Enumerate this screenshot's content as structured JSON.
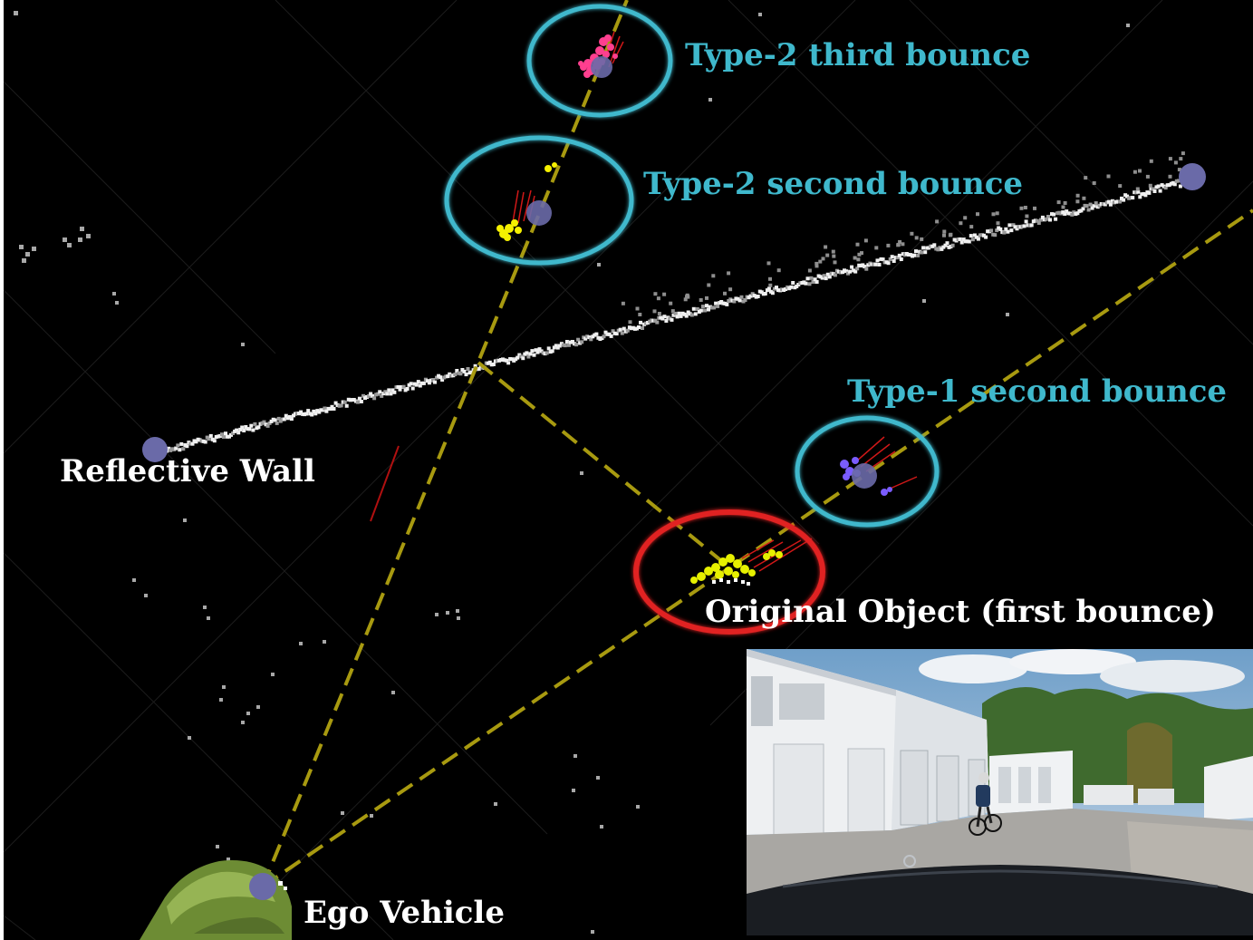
{
  "labels": {
    "type2_third": "Type-2 third bounce",
    "type2_second": "Type-2 second bounce",
    "type1_second": "Type-1 second bounce",
    "original": "Original Object (first bounce)",
    "wall": "Reflective Wall",
    "ego": "Ego Vehicle"
  },
  "colors": {
    "background": "#000000",
    "ring_reflection": "#3fb8cc",
    "ring_original": "#e02020",
    "ray_line": "#a89a10",
    "wall_points": "#e8e8e8",
    "points_type2_third": "#ff3f8f",
    "points_type2_second": "#f5f000",
    "points_type1_second": "#7a5cff",
    "points_original": "#e6f000",
    "ego_vehicle": "#7a9a3a",
    "anchor_marker": "#6a6aa8"
  },
  "camera_inset": {
    "content": "camera view of white industrial buildings and a cyclist on a road"
  }
}
